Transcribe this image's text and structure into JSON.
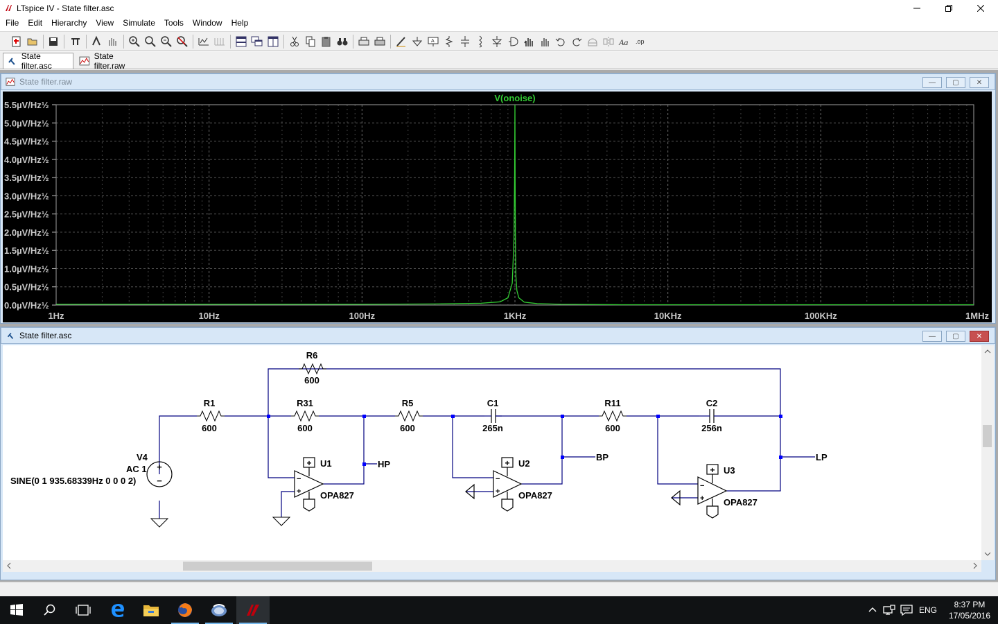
{
  "window": {
    "title": "LTspice IV - State filter.asc"
  },
  "menu": [
    "File",
    "Edit",
    "Hierarchy",
    "View",
    "Simulate",
    "Tools",
    "Window",
    "Help"
  ],
  "tabs": [
    {
      "label": "State filter.asc",
      "active": true,
      "icon": "schematic-icon"
    },
    {
      "label": "State filter.raw",
      "active": false,
      "icon": "waveform-icon"
    }
  ],
  "waveform": {
    "title": "State filter.raw",
    "trace_label": "V(onoise)"
  },
  "chart_data": {
    "type": "line",
    "title": "V(onoise)",
    "x_scale": "log",
    "xlim": [
      1,
      1000000
    ],
    "x_ticks": [
      "1Hz",
      "10Hz",
      "100Hz",
      "1KHz",
      "10KHz",
      "100KHz",
      "1MHz"
    ],
    "y_ticks": [
      "0.0µV/Hz½",
      "0.5µV/Hz½",
      "1.0µV/Hz½",
      "1.5µV/Hz½",
      "2.0µV/Hz½",
      "2.5µV/Hz½",
      "3.0µV/Hz½",
      "3.5µV/Hz½",
      "4.0µV/Hz½",
      "4.5µV/Hz½",
      "5.0µV/Hz½",
      "5.5µV/Hz½"
    ],
    "ylim": [
      0,
      5.5
    ],
    "grid": true,
    "series": [
      {
        "name": "V(onoise)",
        "color": "#33cc33",
        "x": [
          1,
          2,
          5,
          10,
          30,
          100,
          300,
          600,
          800,
          900,
          960,
          985,
          995,
          1000,
          1003,
          1008,
          1015,
          1030,
          1060,
          1150,
          1400,
          2000,
          5000,
          10000,
          100000,
          1000000
        ],
        "y": [
          0.02,
          0.02,
          0.02,
          0.02,
          0.02,
          0.02,
          0.03,
          0.05,
          0.09,
          0.2,
          0.6,
          1.8,
          3.5,
          5.5,
          3.4,
          1.6,
          0.8,
          0.4,
          0.2,
          0.08,
          0.04,
          0.02,
          0.01,
          0.01,
          0.01,
          0.01
        ]
      }
    ]
  },
  "schematic": {
    "title": "State filter.asc",
    "components": {
      "R6": {
        "name": "R6",
        "value": "600"
      },
      "R1": {
        "name": "R1",
        "value": "600"
      },
      "R31": {
        "name": "R31",
        "value": "600"
      },
      "R5": {
        "name": "R5",
        "value": "600"
      },
      "C1": {
        "name": "C1",
        "value": "265n"
      },
      "R11": {
        "name": "R11",
        "value": "600"
      },
      "C2": {
        "name": "C2",
        "value": "256n"
      },
      "U1": {
        "name": "U1",
        "value": "OPA827"
      },
      "U2": {
        "name": "U2",
        "value": "OPA827"
      },
      "U3": {
        "name": "U3",
        "value": "OPA827"
      },
      "V4": {
        "name": "V4",
        "ac": "AC 1",
        "value": "SINE(0 1 935.68339Hz 0 0 0 2)"
      }
    },
    "net_labels": {
      "hp": "HP",
      "bp": "BP",
      "lp": "LP"
    },
    "colors": {
      "wire": "#000080",
      "component": "#000000",
      "junction": "#0000ff"
    }
  },
  "taskbar": {
    "time": "8:37 PM",
    "date": "17/05/2016",
    "language": "ENG",
    "apps": [
      "start-icon",
      "search-icon",
      "task-view-icon",
      "edge-icon",
      "file-explorer-icon",
      "firefox-icon",
      "outlook-icon",
      "ltspice-icon"
    ]
  }
}
